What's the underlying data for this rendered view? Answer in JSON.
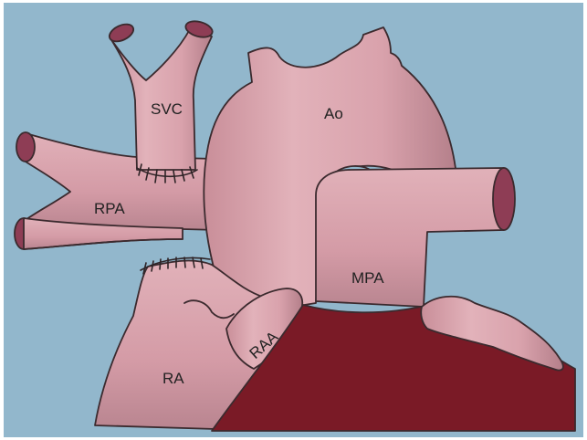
{
  "diagram": {
    "colors": {
      "background": "#92b7cc",
      "vessel_fill": "#d9a2ac",
      "vessel_shadow": "#b98590",
      "lumen_fill": "#8e3d55",
      "ventricle_fill": "#7a1a26",
      "outline": "#3b2a2e"
    },
    "labels": {
      "svc": "SVC",
      "rpa": "RPA",
      "ao": "Ao",
      "mpa": "MPA",
      "raa": "RAA",
      "ra": "RA"
    }
  }
}
